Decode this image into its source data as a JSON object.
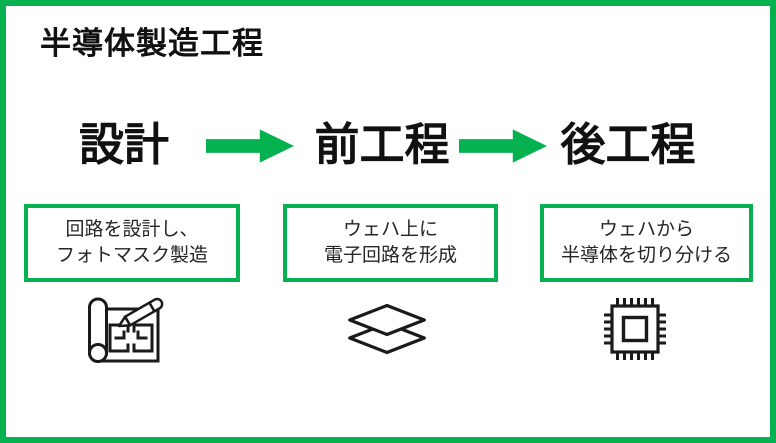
{
  "title": "半導体製造工程",
  "colors": {
    "accent_green": "#06b250",
    "text_primary": "#111111",
    "description_text": "#262626",
    "icon_stroke": "#1a1a1a",
    "background": "#ffffff"
  },
  "stages": [
    {
      "label": "設計",
      "desc_line1": "回路を設計し、",
      "desc_line2": "フォトマスク製造",
      "icon": "blueprint-pencil-icon"
    },
    {
      "label": "前工程",
      "desc_line1": "ウェハ上に",
      "desc_line2": "電子回路を形成",
      "icon": "wafer-layers-icon"
    },
    {
      "label": "後工程",
      "desc_line1": "ウェハから",
      "desc_line2": "半導体を切り分ける",
      "icon": "microchip-icon"
    }
  ]
}
